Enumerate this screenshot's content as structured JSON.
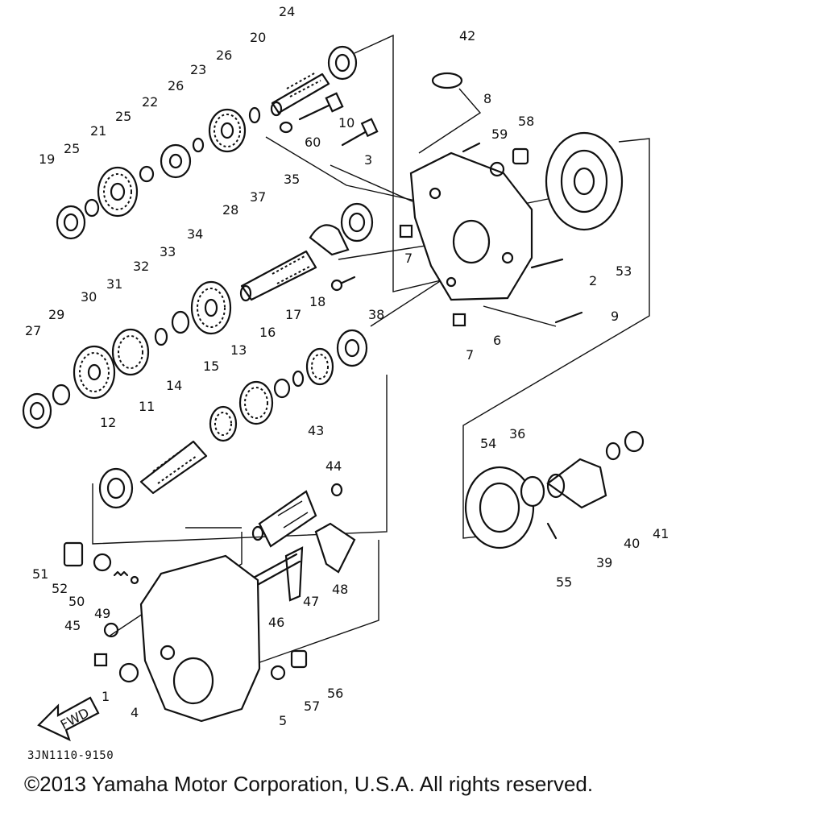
{
  "diagram": {
    "code": "3JN1110-9150",
    "copyright": "©2013 Yamaha Motor Corporation, U.S.A. All rights reserved.",
    "direction_label": "FWD"
  },
  "callouts": [
    {
      "id": "c24",
      "text": "24"
    },
    {
      "id": "c42",
      "text": "42"
    },
    {
      "id": "c20",
      "text": "20"
    },
    {
      "id": "c26a",
      "text": "26"
    },
    {
      "id": "c23",
      "text": "23"
    },
    {
      "id": "c26b",
      "text": "26"
    },
    {
      "id": "c22",
      "text": "22"
    },
    {
      "id": "c25a",
      "text": "25"
    },
    {
      "id": "c21",
      "text": "21"
    },
    {
      "id": "c25b",
      "text": "25"
    },
    {
      "id": "c19",
      "text": "19"
    },
    {
      "id": "c10",
      "text": "10"
    },
    {
      "id": "c60",
      "text": "60"
    },
    {
      "id": "c3",
      "text": "3"
    },
    {
      "id": "c8",
      "text": "8"
    },
    {
      "id": "c59",
      "text": "59"
    },
    {
      "id": "c58",
      "text": "58"
    },
    {
      "id": "c35",
      "text": "35"
    },
    {
      "id": "c37",
      "text": "37"
    },
    {
      "id": "c28",
      "text": "28"
    },
    {
      "id": "c34",
      "text": "34"
    },
    {
      "id": "c33",
      "text": "33"
    },
    {
      "id": "c32",
      "text": "32"
    },
    {
      "id": "c31",
      "text": "31"
    },
    {
      "id": "c30",
      "text": "30"
    },
    {
      "id": "c29",
      "text": "29"
    },
    {
      "id": "c27",
      "text": "27"
    },
    {
      "id": "c7a",
      "text": "7"
    },
    {
      "id": "c2",
      "text": "2"
    },
    {
      "id": "c53",
      "text": "53"
    },
    {
      "id": "c38",
      "text": "38"
    },
    {
      "id": "c18",
      "text": "18"
    },
    {
      "id": "c17",
      "text": "17"
    },
    {
      "id": "c16",
      "text": "16"
    },
    {
      "id": "c13",
      "text": "13"
    },
    {
      "id": "c9",
      "text": "9"
    },
    {
      "id": "c6",
      "text": "6"
    },
    {
      "id": "c7b",
      "text": "7"
    },
    {
      "id": "c15",
      "text": "15"
    },
    {
      "id": "c14",
      "text": "14"
    },
    {
      "id": "c11",
      "text": "11"
    },
    {
      "id": "c12",
      "text": "12"
    },
    {
      "id": "c43",
      "text": "43"
    },
    {
      "id": "c44",
      "text": "44"
    },
    {
      "id": "c54",
      "text": "54"
    },
    {
      "id": "c36",
      "text": "36"
    },
    {
      "id": "c40",
      "text": "40"
    },
    {
      "id": "c41",
      "text": "41"
    },
    {
      "id": "c39",
      "text": "39"
    },
    {
      "id": "c55",
      "text": "55"
    },
    {
      "id": "c51",
      "text": "51"
    },
    {
      "id": "c52",
      "text": "52"
    },
    {
      "id": "c50",
      "text": "50"
    },
    {
      "id": "c49",
      "text": "49"
    },
    {
      "id": "c48",
      "text": "48"
    },
    {
      "id": "c47",
      "text": "47"
    },
    {
      "id": "c45",
      "text": "45"
    },
    {
      "id": "c46",
      "text": "46"
    },
    {
      "id": "c1",
      "text": "1"
    },
    {
      "id": "c4",
      "text": "4"
    },
    {
      "id": "c57",
      "text": "57"
    },
    {
      "id": "c56",
      "text": "56"
    },
    {
      "id": "c5",
      "text": "5"
    }
  ]
}
